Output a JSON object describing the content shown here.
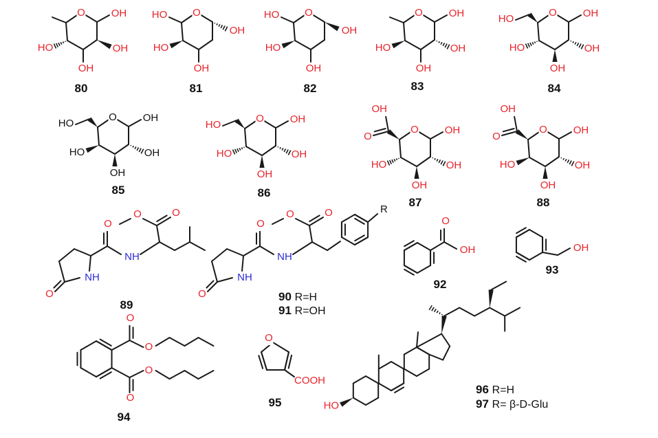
{
  "atoms": {
    "O": "O",
    "OH": "OH",
    "HO": "HO",
    "NH": "NH",
    "COOH": "COOH"
  },
  "compounds": {
    "c80": "80",
    "c81": "81",
    "c82": "82",
    "c83": "83",
    "c84": "84",
    "c85": "85",
    "c86": "86",
    "c87": "87",
    "c88": "88",
    "c89": "89",
    "c90": "90",
    "c91": "91",
    "c92": "92",
    "c93": "93",
    "c94": "94",
    "c95": "95",
    "c96": "96",
    "c97": "97"
  },
  "r_labels": {
    "r_group": "R",
    "r90": "R=H",
    "r91": "R=OH",
    "r96": "R=H",
    "r97": "R= β-D-Glu"
  },
  "colors": {
    "heteroatom_oxygen": "#e8232a",
    "heteroatom_nitrogen": "#2b2bd6",
    "bond": "#1a1a1a"
  }
}
